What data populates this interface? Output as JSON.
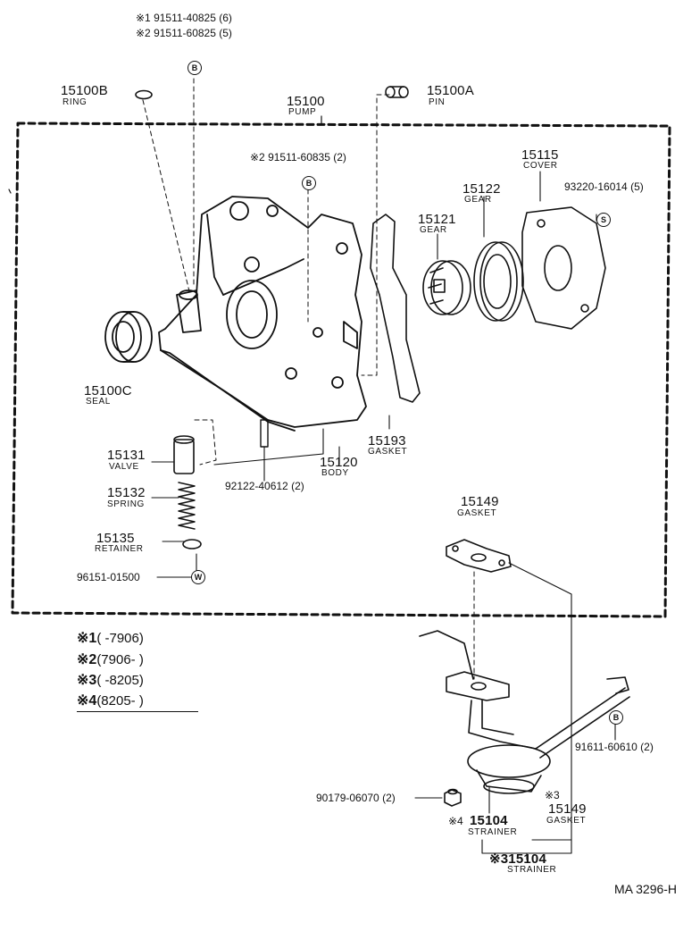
{
  "parts": {
    "bolt_b_top_1": "※1 91511-40825 (6)",
    "bolt_b_top_2": "※2 91511-60825 (5)",
    "ring_no": "15100B",
    "ring_name": "RING",
    "pump_no": "15100",
    "pump_name": "PUMP",
    "pin_no": "15100A",
    "pin_name": "PIN",
    "bolt_b_mid": "※2 91511-60835 (2)",
    "cover_no": "15115",
    "cover_name": "COVER",
    "gear_outer_no": "15122",
    "gear_outer_name": "GEAR",
    "gear_inner_no": "15121",
    "gear_inner_name": "GEAR",
    "screw_s": "93220-16014 (5)",
    "seal_no": "15100C",
    "seal_name": "SEAL",
    "valve_no": "15131",
    "valve_name": "VALVE",
    "gasket_body_no": "15193",
    "gasket_body_name": "GASKET",
    "body_no": "15120",
    "body_name": "BODY",
    "stud": "92122-40612 (2)",
    "spring_no": "15132",
    "spring_name": "SPRING",
    "retainer_no": "15135",
    "retainer_name": "RETAINER",
    "washer_w": "96151-01500",
    "gasket_top_no": "15149",
    "gasket_top_name": "GASKET",
    "bolt_b_low": "91611-60610 (2)",
    "nut": "90179-06070 (2)",
    "strainer4_mark": "※4",
    "strainer4_no": "15104",
    "strainer4_name": "STRAINER",
    "gasket3_mark": "※3",
    "gasket3_no": "15149",
    "gasket3_name": "GASKET",
    "strainer3_no": "※315104",
    "strainer3_name": "STRAINER"
  },
  "circle_marks": {
    "b": "B",
    "s": "S",
    "w": "W"
  },
  "legend": [
    {
      "mark": "※1",
      "range": "(        -7906)"
    },
    {
      "mark": "※2",
      "range": "(7906-        )"
    },
    {
      "mark": "※3",
      "range": "(        -8205)"
    },
    {
      "mark": "※4",
      "range": "(8205-        )"
    }
  ],
  "figure_code": "MA 3296-H"
}
